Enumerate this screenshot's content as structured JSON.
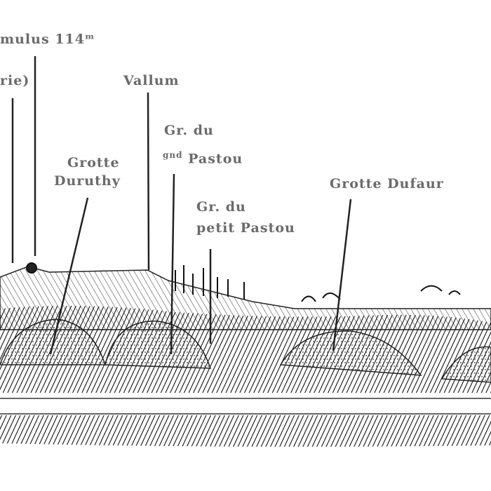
{
  "labels": {
    "tumulus": "mulus 114ᵐ",
    "rie": "rie)",
    "vallum": "Vallum",
    "grotte_duruthy_1": "Grotte",
    "grotte_duruthy_2": "Duruthy",
    "gr_gnd_pastou_1": "Gr. du",
    "gr_gnd_pastou_sup": "gnd",
    "gr_gnd_pastou_2": "Pastou",
    "gr_petit_pastou_1": "Gr. du",
    "gr_petit_pastou_2": "petit Pastou",
    "grotte_dufaur": "Grotte Dufaur"
  },
  "colors": {
    "ink": "#1a1a1a",
    "label": "#6a6a6a",
    "paper": "#ffffff"
  }
}
